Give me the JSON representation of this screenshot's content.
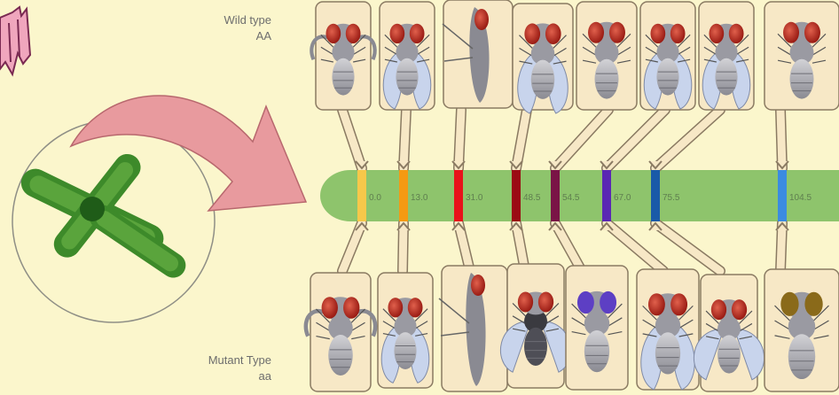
{
  "labels": {
    "wild_type_title": "Wild type",
    "wild_type_genotype": "AA",
    "mutant_type_title": "Mutant Type",
    "mutant_type_genotype": "aa"
  },
  "gene_markers": [
    {
      "label": "0.0",
      "color": "#f6c84a"
    },
    {
      "label": "13.0",
      "color": "#f59a12"
    },
    {
      "label": "31.0",
      "color": "#e8121a"
    },
    {
      "label": "48.5",
      "color": "#9b0b14"
    },
    {
      "label": "54.5",
      "color": "#7a1446"
    },
    {
      "label": "67.0",
      "color": "#5a27b3"
    },
    {
      "label": "75.5",
      "color": "#1a5aa8"
    },
    {
      "label": "104.5",
      "color": "#3b8be0"
    }
  ],
  "colors": {
    "background": "#fbf6cc",
    "chromosome": "#8ec46c",
    "card": "#f7e8c6",
    "card_border": "#8a7a62",
    "arrow": "#e89a9e",
    "eye_red": "#b3241b",
    "eye_purple": "#5d3fc4",
    "eye_brown": "#8a6a1a"
  },
  "wild_flies": [
    "wild-fly-1",
    "wild-fly-2",
    "wild-fly-3",
    "wild-fly-4",
    "wild-fly-5",
    "wild-fly-6",
    "wild-fly-7",
    "wild-fly-8"
  ],
  "mutant_flies": [
    "mutant-fly-1",
    "mutant-fly-2",
    "mutant-fly-3",
    "mutant-fly-4",
    "mutant-fly-5",
    "mutant-fly-6",
    "mutant-fly-7",
    "mutant-fly-8"
  ]
}
